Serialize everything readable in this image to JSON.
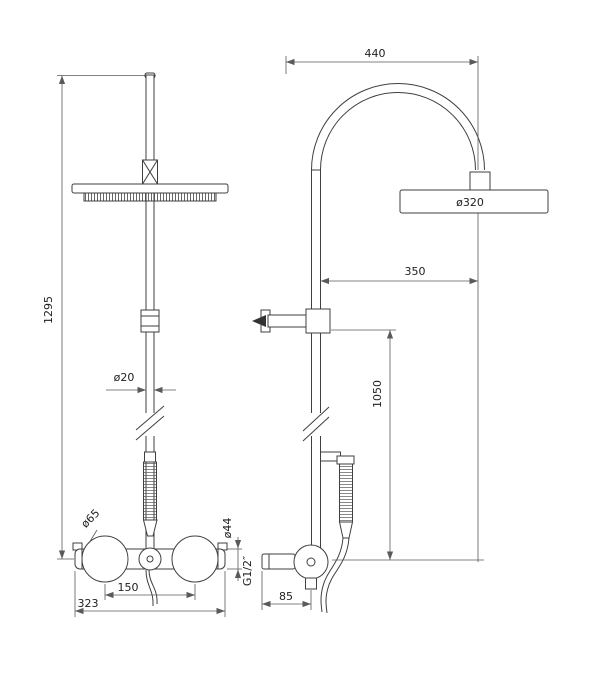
{
  "drawing": {
    "dimensions": {
      "total_height": "1295",
      "top_width": "440",
      "head_diameter": "ø320",
      "head_reach": "350",
      "pipe_diameter": "ø20",
      "riser_height": "1050",
      "handle_diameter": "ø65",
      "body_diameter": "ø44",
      "inlet_centers": "150",
      "body_width": "323",
      "thread": "G1/2″",
      "valve_depth": "85"
    }
  }
}
